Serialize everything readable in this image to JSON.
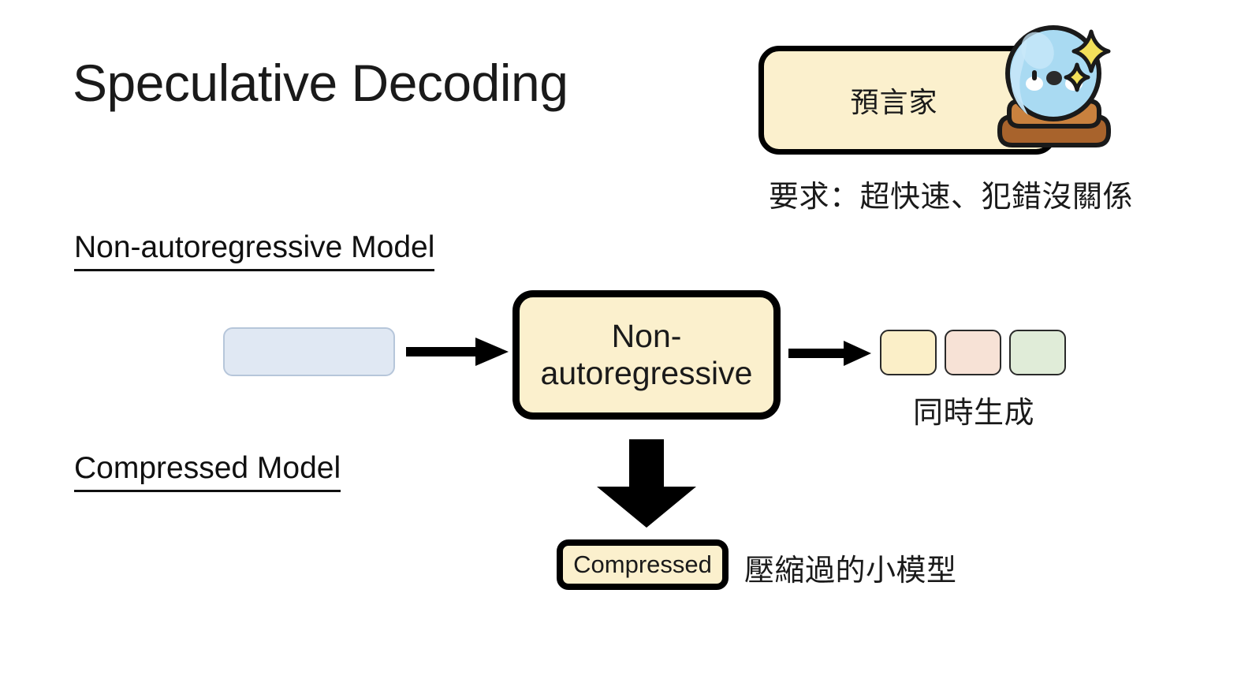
{
  "slide": {
    "title": "Speculative Decoding",
    "background_color": "#ffffff"
  },
  "callout": {
    "label": "預言家",
    "fill_color": "#fbf0cd",
    "border_color": "#000000",
    "sticker": "crystal-ball"
  },
  "requirement_caption": "要求：超快速、犯錯沒關係",
  "sections": [
    {
      "heading": "Non-autoregressive Model"
    },
    {
      "heading": "Compressed Model"
    }
  ],
  "diagram": {
    "input_box": {
      "fill_color": "#e0e8f3",
      "border_color": "#b6c6da"
    },
    "model_box": {
      "line1": "Non-",
      "line2": "autoregressive",
      "fill_color": "#fbf0cd",
      "border_color": "#000000"
    },
    "tokens": [
      {
        "fill_color": "#fbefc8"
      },
      {
        "fill_color": "#f7e2d6"
      },
      {
        "fill_color": "#e0ecd8"
      }
    ],
    "tokens_caption": "同時生成",
    "arrow_color": "#000000"
  },
  "compressed": {
    "label": "Compressed",
    "caption": "壓縮過的小模型",
    "fill_color": "#fbf0cd",
    "border_color": "#000000"
  },
  "sticker_colors": {
    "ball_fill": "#a9daf2",
    "ball_highlight": "#c4e6f8",
    "ball_outline": "#1a1a1a",
    "sparkle": "#f2e05a",
    "base_light": "#c9813e",
    "base_dark": "#a8632c",
    "eye": "#1a1a1a",
    "cheek": "#ffffff"
  }
}
